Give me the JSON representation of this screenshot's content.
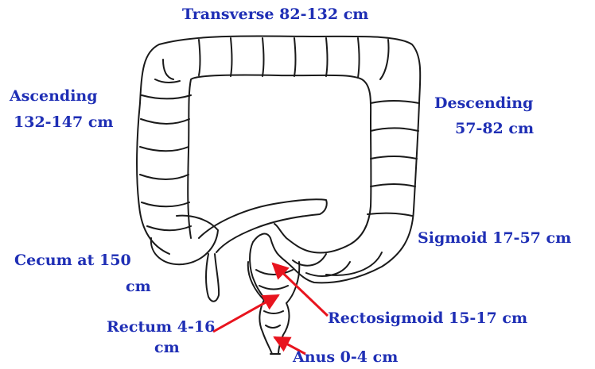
{
  "colors": {
    "label": "#1f2fb5",
    "arrow": "#e8141e",
    "outline": "#1a1a1a",
    "background": "#ffffff"
  },
  "labels": {
    "transverse": "Transverse  82-132 cm",
    "ascending_line1": "Ascending",
    "ascending_line2": "132-147 cm",
    "descending_line1": "Descending",
    "descending_line2": "57-82 cm",
    "sigmoid": "Sigmoid  17-57 cm",
    "cecum_line1": "Cecum at 150",
    "cecum_line2": "cm",
    "rectosigmoid": "Rectosigmoid  15-17 cm",
    "rectum_line1": "Rectum  4-16",
    "rectum_line2": "cm",
    "anus": "Anus  0-4 cm"
  }
}
